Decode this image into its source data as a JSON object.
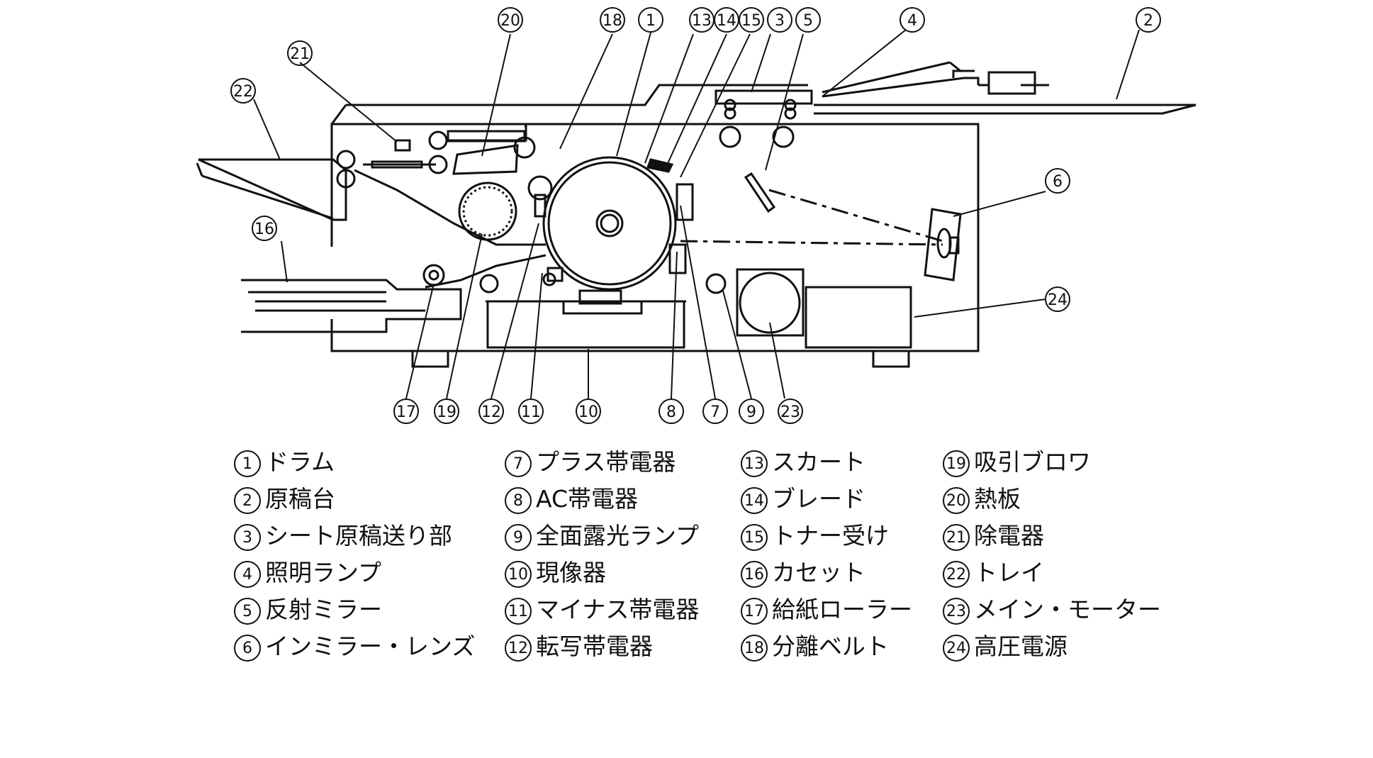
{
  "callouts": [
    "1",
    "2",
    "3",
    "4",
    "5",
    "6",
    "7",
    "8",
    "9",
    "10",
    "11",
    "12",
    "13",
    "14",
    "15",
    "16",
    "17",
    "18",
    "19",
    "20",
    "21",
    "22",
    "23",
    "24"
  ],
  "legend_columns": [
    [
      {
        "num": "1",
        "label": "ドラム"
      },
      {
        "num": "2",
        "label": "原稿台"
      },
      {
        "num": "3",
        "label": "シート原稿送り部"
      },
      {
        "num": "4",
        "label": "照明ランプ"
      },
      {
        "num": "5",
        "label": "反射ミラー"
      },
      {
        "num": "6",
        "label": "インミラー・レンズ"
      }
    ],
    [
      {
        "num": "7",
        "label": "プラス帯電器"
      },
      {
        "num": "8",
        "label": "AC帯電器"
      },
      {
        "num": "9",
        "label": "全面露光ランプ"
      },
      {
        "num": "10",
        "label": "現像器"
      },
      {
        "num": "11",
        "label": "マイナス帯電器"
      },
      {
        "num": "12",
        "label": "転写帯電器"
      }
    ],
    [
      {
        "num": "13",
        "label": "スカート"
      },
      {
        "num": "14",
        "label": "ブレード"
      },
      {
        "num": "15",
        "label": "トナー受け"
      },
      {
        "num": "16",
        "label": "カセット"
      },
      {
        "num": "17",
        "label": "給紙ローラー"
      },
      {
        "num": "18",
        "label": "分離ベルト"
      }
    ],
    [
      {
        "num": "19",
        "label": "吸引ブロワ"
      },
      {
        "num": "20",
        "label": "熱板"
      },
      {
        "num": "21",
        "label": "除電器"
      },
      {
        "num": "22",
        "label": "トレイ"
      },
      {
        "num": "23",
        "label": "メイン・モーター"
      },
      {
        "num": "24",
        "label": "高圧電源"
      }
    ]
  ]
}
